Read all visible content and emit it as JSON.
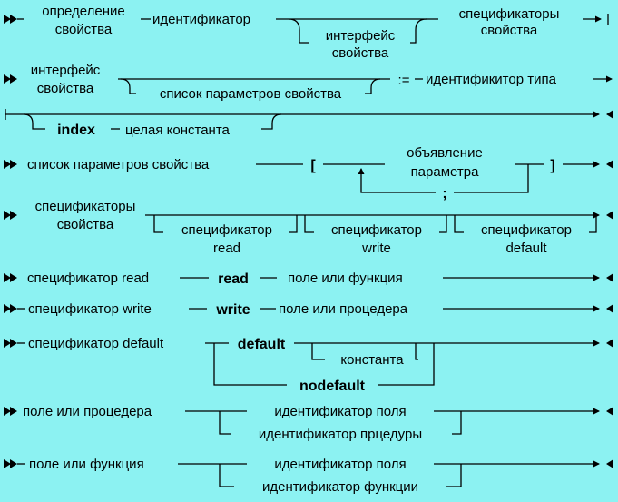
{
  "rules": {
    "property_definition": {
      "term_l1": "определение",
      "term_l2": "свойства",
      "identifier": "идентификатор",
      "interface_l1": "интерфейс",
      "interface_l2": "свойства",
      "specifiers_l1": "спецификаторы",
      "specifiers_l2": "свойства"
    },
    "property_interface": {
      "term_l1": "интерфейс",
      "term_l2": "свойства",
      "param_list": "список параметров свойства",
      "assign": ":=",
      "type_id": "идентификитор типа",
      "index_kw": "index",
      "int_const": "целая константа"
    },
    "param_list": {
      "term": "список параметров свойства",
      "lbracket": "[",
      "decl_l1": "объявление",
      "decl_l2": "параметра",
      "sep": ";",
      "rbracket": "]"
    },
    "property_specifiers": {
      "term_l1": "спецификаторы",
      "term_l2": "свойства",
      "read_l1": "спецификатор",
      "read_l2": "read",
      "write_l1": "спецификатор",
      "write_l2": "write",
      "default_l1": "спецификатор",
      "default_l2": "default"
    },
    "read_specifier": {
      "term": "спецификатор read",
      "kw": "read",
      "target": "поле или функция"
    },
    "write_specifier": {
      "term": "спецификатор write",
      "kw": "write",
      "target": "поле или процедера"
    },
    "default_specifier": {
      "term": "спецификатор default",
      "kw_default": "default",
      "constant": "константа",
      "kw_nodefault": "nodefault"
    },
    "field_or_procedure": {
      "term": "поле или процедера",
      "field_id": "идентификатор поля",
      "proc_id": "идентификатор прцедуры"
    },
    "field_or_function": {
      "term": "поле или функция",
      "field_id": "идентификатор поля",
      "func_id": "идентификатор функции"
    }
  },
  "colors": {
    "background": "#8cf2f2",
    "line": "#000000"
  }
}
